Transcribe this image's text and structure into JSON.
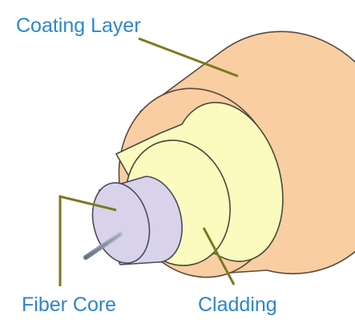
{
  "labels": {
    "coating": "Coating Layer",
    "core": "Fiber Core",
    "cladding": "Cladding"
  },
  "colors": {
    "label_text": "#2e86c9",
    "leader_line": "#7a7a1e",
    "coating_fill": "#f9cea3",
    "coating_stroke": "#5a4a3a",
    "cladding_fill": "#fbfbc0",
    "core_fill": "#d8d2ea",
    "fiber_strand": "#7f8c9c"
  }
}
